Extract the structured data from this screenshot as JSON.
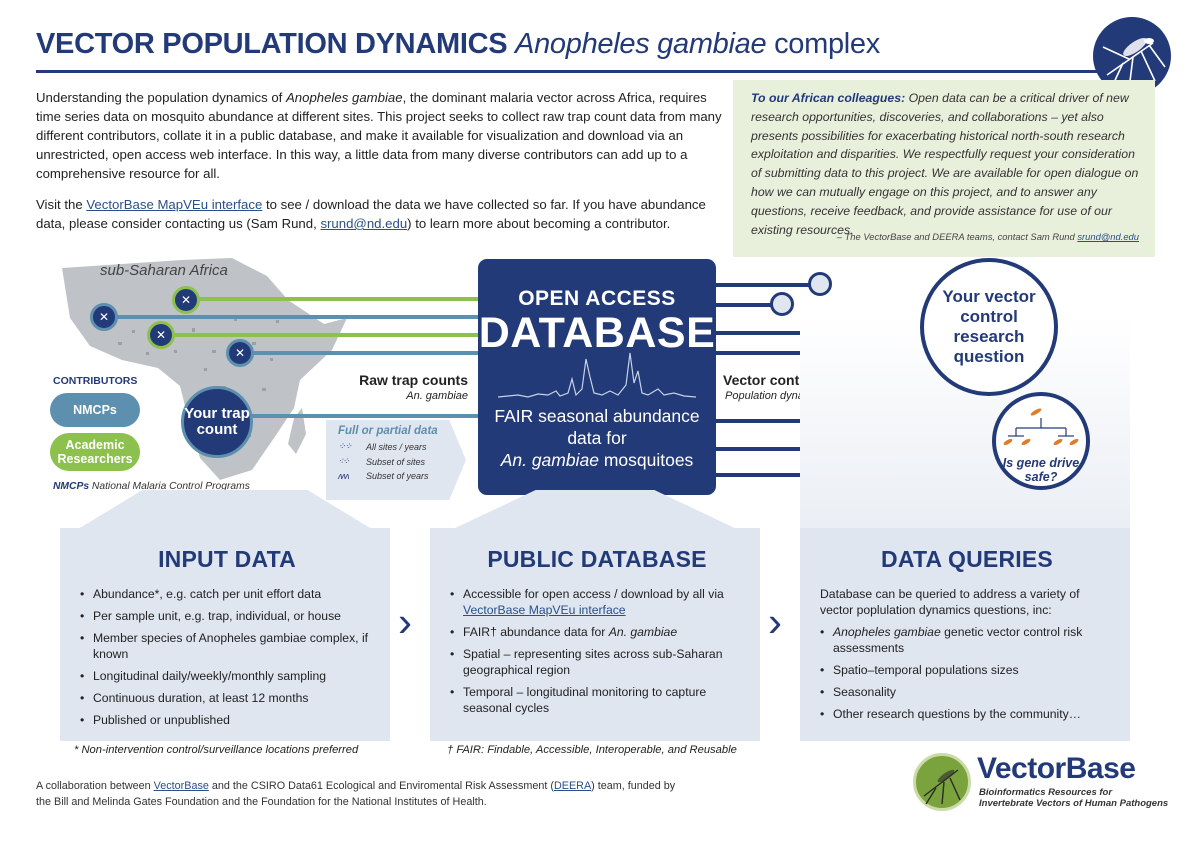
{
  "header": {
    "title_main": "VECTOR POPULATION DYNAMICS",
    "title_species": "Anopheles gambiae",
    "title_suffix": "complex"
  },
  "intro": {
    "p1_a": "Understanding the population dynamics of ",
    "p1_species": "Anopheles gambiae",
    "p1_b": ", the dominant malaria vector across Africa, requires time series data on mosquito abundance at different sites. This project seeks to collect raw trap count data from many different contributors, collate it in a public database, and make it available for visualization and download via an unrestricted, open access web interface. In this way, a little data from many diverse contributors can add up to a comprehensive resource for all.",
    "p2_a": "Visit the ",
    "p2_link": "VectorBase MapVEu interface",
    "p2_b": " to see / download the data we have collected so far. If you have abundance data, please consider contacting us (Sam Rund, ",
    "p2_email": "srund@nd.edu",
    "p2_c": ") to learn more about becoming a contributor."
  },
  "colleagues": {
    "lead": "To our African colleagues:",
    "body": " Open data can be a critical driver of new research opportunities, discoveries, and collaborations – yet also presents possibilities for exacerbating historical north-south research exploitation and disparities. We respectfully request your consideration of submitting data to this project. We are available for open dialogue on how we can mutually engage on this project, and to answer any questions, receive feedback, and provide assistance for use of our existing resources.",
    "sign": "– The VectorBase and DEERA teams, contact Sam Rund ",
    "sign_email": "srund@nd.edu"
  },
  "map": {
    "region_label": "sub-Saharan Africa"
  },
  "contributors": {
    "title": "CONTRIBUTORS",
    "nmcp": "NMCPs",
    "academic": "Academic Researchers",
    "def_abbr": "NMCPs",
    "def_text": " National Malaria Control Programs",
    "your_trap": "Your trap count"
  },
  "flow": {
    "raw_trap": "Raw trap counts",
    "raw_trap_sub": "An. gambiae",
    "vector_ctrl": "Vector control investigations",
    "vector_ctrl_sub": "Population dynamics",
    "full_partial_title": "Full or partial data",
    "fp_all": "All sites / years",
    "fp_sites": "Subset of sites",
    "fp_years": "Subset of years"
  },
  "database": {
    "open_access": "OPEN ACCESS",
    "database": "DATABASE",
    "fair_a": "FAIR seasonal abundance data for",
    "fair_species": "An. gambiae",
    "fair_b": " mosquitoes"
  },
  "outputs": {
    "research_question": "Your vector control research question",
    "gene_drive": "Is gene drive safe?"
  },
  "panels": {
    "input": {
      "title": "INPUT DATA",
      "items": [
        "Abundance*, e.g. catch per unit effort data",
        "Per sample unit, e.g. trap, individual, or house",
        "Member species of Anopheles gambiae complex, if known",
        "Longitudinal daily/weekly/monthly sampling",
        "Continuous duration, at least 12 months",
        "Published or unpublished"
      ],
      "note": "* Non-intervention control/surveillance locations preferred"
    },
    "public": {
      "title": "PUBLIC DATABASE",
      "item1_a": "Accessible for open access / download by all via ",
      "item1_link": "VectorBase MapVEu interface",
      "item2_a": "FAIR† abundance data for ",
      "item2_species": "An. gambiae",
      "item3": "Spatial – representing sites across sub-Saharan geographical region",
      "item4": "Temporal – longitudinal monitoring to capture seasonal cycles",
      "note": "† FAIR: Findable, Accessible, Interoperable, and Reusable"
    },
    "queries": {
      "title": "DATA QUERIES",
      "intro": "Database can be queried to address a variety of vector poplulation dynamics questions, inc:",
      "item1_species": "Anopheles gambiae",
      "item1_b": " genetic vector control risk assessments",
      "item2": "Spatio–temporal populations sizes",
      "item3": "Seasonality",
      "item4": "Other research questions by the community…"
    }
  },
  "footer": {
    "a": "A collaboration between ",
    "vectorbase_link": "VectorBase",
    "b": " and the CSIRO Data61 Ecological and Enviromental Risk Assessment (",
    "deera_link": "DEERA",
    "c": ") team, funded by the Bill and Melinda Gates Foundation and the Foundation for the National Institutes of Health."
  },
  "brand": {
    "name": "VectorBase",
    "tagline_1": "Bioinformatics Resources for",
    "tagline_2": "Invertebrate Vectors of Human Pathogens"
  },
  "colors": {
    "navy": "#233a78",
    "teal": "#5d8fae",
    "green": "#8dc14d",
    "panel_bg": "#dfe6f0",
    "note_bg": "#e8f0dc"
  }
}
